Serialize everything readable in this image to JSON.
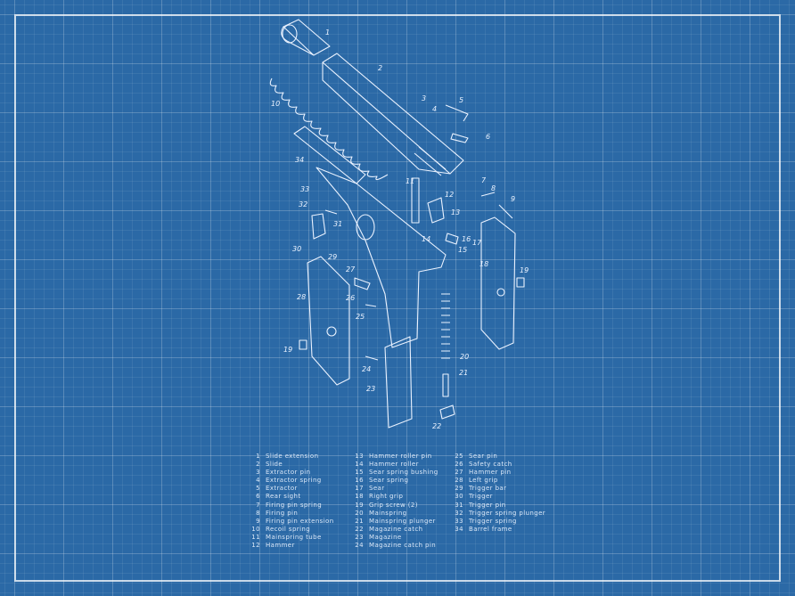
{
  "colors": {
    "background": "#2b69a6",
    "lines": "#eaf2ff"
  },
  "callouts": [
    "1",
    "2",
    "3",
    "4",
    "5",
    "6",
    "7",
    "8",
    "9",
    "10",
    "11",
    "12",
    "13",
    "14",
    "15",
    "16",
    "17",
    "18",
    "19",
    "19",
    "20",
    "21",
    "22",
    "23",
    "24",
    "25",
    "26",
    "27",
    "28",
    "29",
    "30",
    "31",
    "32",
    "33",
    "34"
  ],
  "legend": [
    [
      {
        "n": "1",
        "t": "Slide extension"
      },
      {
        "n": "2",
        "t": "Slide"
      },
      {
        "n": "3",
        "t": "Extractor pin"
      },
      {
        "n": "4",
        "t": "Extractor spring"
      },
      {
        "n": "5",
        "t": "Extractor"
      },
      {
        "n": "6",
        "t": "Rear sight"
      },
      {
        "n": "7",
        "t": "Firing pin spring"
      },
      {
        "n": "8",
        "t": "Firing pin"
      },
      {
        "n": "9",
        "t": "Firing pin extension"
      },
      {
        "n": "10",
        "t": "Recoil spring"
      },
      {
        "n": "11",
        "t": "Mainspring tube"
      },
      {
        "n": "12",
        "t": "Hammer"
      }
    ],
    [
      {
        "n": "13",
        "t": "Hammer roller pin"
      },
      {
        "n": "14",
        "t": "Hammer roller"
      },
      {
        "n": "15",
        "t": "Sear spring bushing"
      },
      {
        "n": "16",
        "t": "Sear spring"
      },
      {
        "n": "17",
        "t": "Sear"
      },
      {
        "n": "18",
        "t": "Right grip"
      },
      {
        "n": "19",
        "t": "Grip screw (2)"
      },
      {
        "n": "20",
        "t": "Mainspring"
      },
      {
        "n": "21",
        "t": "Mainspring plunger"
      },
      {
        "n": "22",
        "t": "Magazine catch"
      },
      {
        "n": "23",
        "t": "Magazine"
      },
      {
        "n": "24",
        "t": "Magazine catch pin"
      }
    ],
    [
      {
        "n": "25",
        "t": "Sear pin"
      },
      {
        "n": "26",
        "t": "Safety catch"
      },
      {
        "n": "27",
        "t": "Hammer pin"
      },
      {
        "n": "28",
        "t": "Left grip"
      },
      {
        "n": "29",
        "t": "Trigger bar"
      },
      {
        "n": "30",
        "t": "Trigger"
      },
      {
        "n": "31",
        "t": "Trigger pin"
      },
      {
        "n": "32",
        "t": "Trigger spring plunger"
      },
      {
        "n": "33",
        "t": "Trigger spring"
      },
      {
        "n": "34",
        "t": "Barrel frame"
      }
    ]
  ]
}
